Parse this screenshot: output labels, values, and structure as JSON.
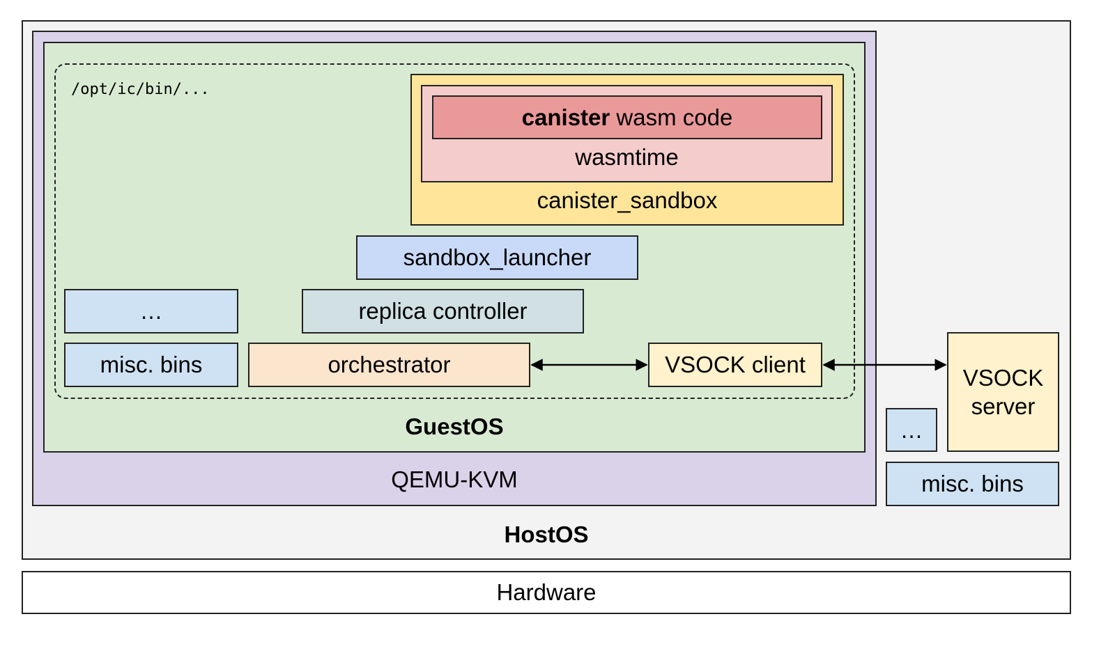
{
  "hardware": {
    "label": "Hardware"
  },
  "hostos": {
    "label": "HostOS",
    "vsock_server": {
      "label_line1": "VSOCK",
      "label_line2": "server"
    },
    "ellipsis": {
      "label": "…"
    },
    "misc_bins": {
      "label": "misc. bins"
    }
  },
  "qemu": {
    "label": "QEMU-KVM"
  },
  "guestos": {
    "label": "GuestOS",
    "path": "/opt/ic/bin/...",
    "canister_sandbox": {
      "label": "canister_sandbox",
      "wasmtime": {
        "label": "wasmtime"
      },
      "canister_code": {
        "bold": "canister",
        "rest": " wasm code"
      }
    },
    "sandbox_launcher": {
      "label": "sandbox_launcher"
    },
    "replica_controller": {
      "label": "replica controller"
    },
    "ellipsis": {
      "label": "…"
    },
    "misc_bins": {
      "label": "misc. bins"
    },
    "orchestrator": {
      "label": "orchestrator"
    },
    "vsock_client": {
      "label": "VSOCK client"
    }
  },
  "colors": {
    "hostos_bg": "#f3f3f3",
    "qemu_bg": "#d9d2e9",
    "guestos_bg": "#d9ead3",
    "sandbox_bg": "#ffe599",
    "wasmtime_bg": "#f4cccc",
    "canister_bg": "#ea9999",
    "launcher_bg": "#c9daf8",
    "replica_bg": "#d0e0e3",
    "bins_bg": "#cfe2f3",
    "orchestrator_bg": "#fce5cd",
    "vsock_bg": "#fff2cc"
  }
}
